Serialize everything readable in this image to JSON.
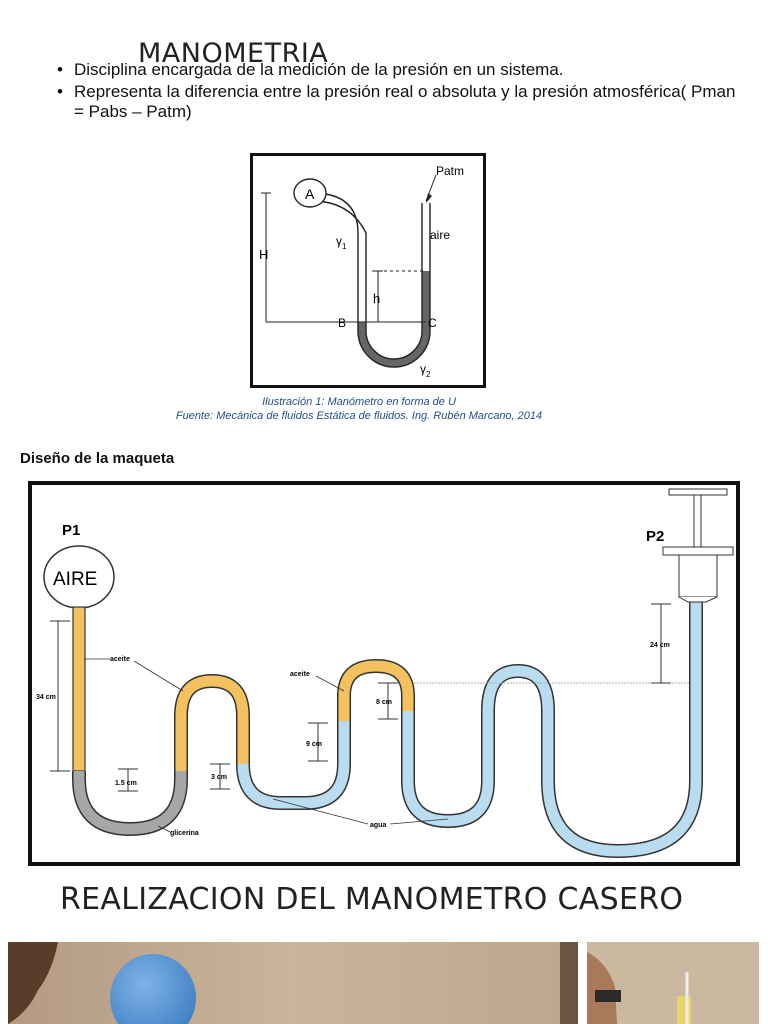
{
  "slide": {
    "title": "MANOMETRIA",
    "bullets": [
      "Disciplina encargada de la medición de la presión en un sistema.",
      "Representa la diferencia entre la presión real o absoluta y la presión atmosférica( Pman = Pabs – Patm)"
    ],
    "bullet_symbol": "•"
  },
  "figure1": {
    "labels": {
      "A": "A",
      "Patm": "Patm",
      "aire": "aire",
      "H": "H",
      "h": "h",
      "gamma1": "γ",
      "gamma1_sub": "1",
      "gamma2": "γ",
      "gamma2_sub": "2",
      "B": "B",
      "C": "C"
    },
    "caption_line1": "Ilustración 1: Manómetro en forma de U",
    "caption_line2": "Fuente: Mecánica de fluidos Estática de fluidos. Ing. Rubén Marcano, 2014"
  },
  "section2": {
    "heading": "Diseño de la maqueta"
  },
  "figure2": {
    "labels": {
      "P1": "P1",
      "P2": "P2",
      "AIRE": "AIRE",
      "aceite_left": "aceite",
      "aceite_mid": "aceite",
      "cm34": "34 cm",
      "cm15": "1.5 cm",
      "cm3": "3 cm",
      "cm9": "9 cm",
      "cm8": "8 cm",
      "cm24": "24 cm",
      "glicerina": "glicerina",
      "agua": "agua"
    },
    "colors": {
      "oil": "#f3c15e",
      "water": "#b9dcf0",
      "glycerin": "#a6a6a6",
      "outline": "#222222"
    }
  },
  "section3": {
    "title": "REALIZACION DEL MANOMETRO CASERO"
  }
}
